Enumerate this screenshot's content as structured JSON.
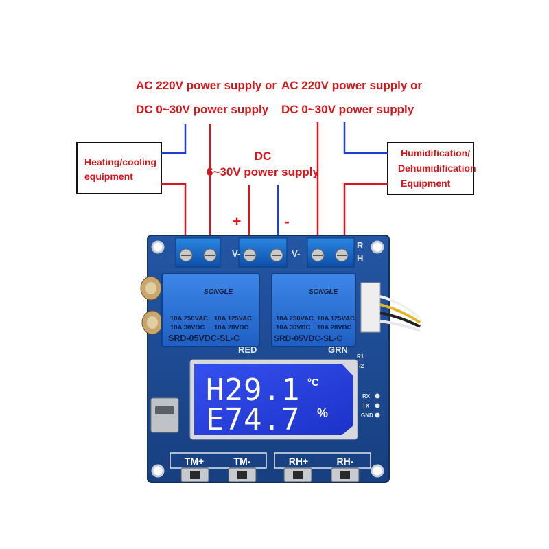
{
  "labels": {
    "left_supply_line1": "AC 220V power supply or",
    "left_supply_line2": "DC 0~30V power supply",
    "right_supply_line1": "AC 220V power supply or",
    "right_supply_line2": "DC 0~30V power supply",
    "dc_line1": "DC",
    "dc_line2": "6~30V power supply",
    "plus": "+",
    "minus": "-",
    "heating_line1": "Heating/cooling",
    "heating_line2": "equipment",
    "humid_line1": "Humidification/",
    "humid_line2": "Dehumidification",
    "humid_line3": "Equipment"
  },
  "board": {
    "v_minus_left": "V-",
    "v_minus_right": "V-",
    "r_label": "R",
    "h_label": "H",
    "red_label": "RED",
    "grn_label": "GRN",
    "relay_left": {
      "brand": "SONGLE",
      "rating1": "10A 250VAC",
      "rating2": "10A 125VAC",
      "rating3": "10A  30VDC",
      "rating4": "10A  28VDC",
      "model": "SRD-05VDC-SL-C"
    },
    "relay_right": {
      "brand": "SONGLE",
      "rating1": "10A 250VAC",
      "rating2": "10A 125VAC",
      "rating3": "10A  30VDC",
      "rating4": "10A  28VDC",
      "model": "SRD-05VDC-SL-C"
    },
    "lcd": {
      "line1": "H29.1",
      "unit1": "°C",
      "line2": "E74.7",
      "unit2": "%"
    },
    "pins": [
      "RX",
      "TX",
      "GND"
    ],
    "r_pins": [
      "R1",
      "R2"
    ],
    "buttons": [
      "TM+",
      "TM-",
      "RH+",
      "RH-"
    ]
  },
  "colors": {
    "label_red": "#d8151b",
    "wire_blue": "#1d3fd0",
    "pcb_blue": "#1f4f9a",
    "lcd_blue": "#2b48e0"
  }
}
